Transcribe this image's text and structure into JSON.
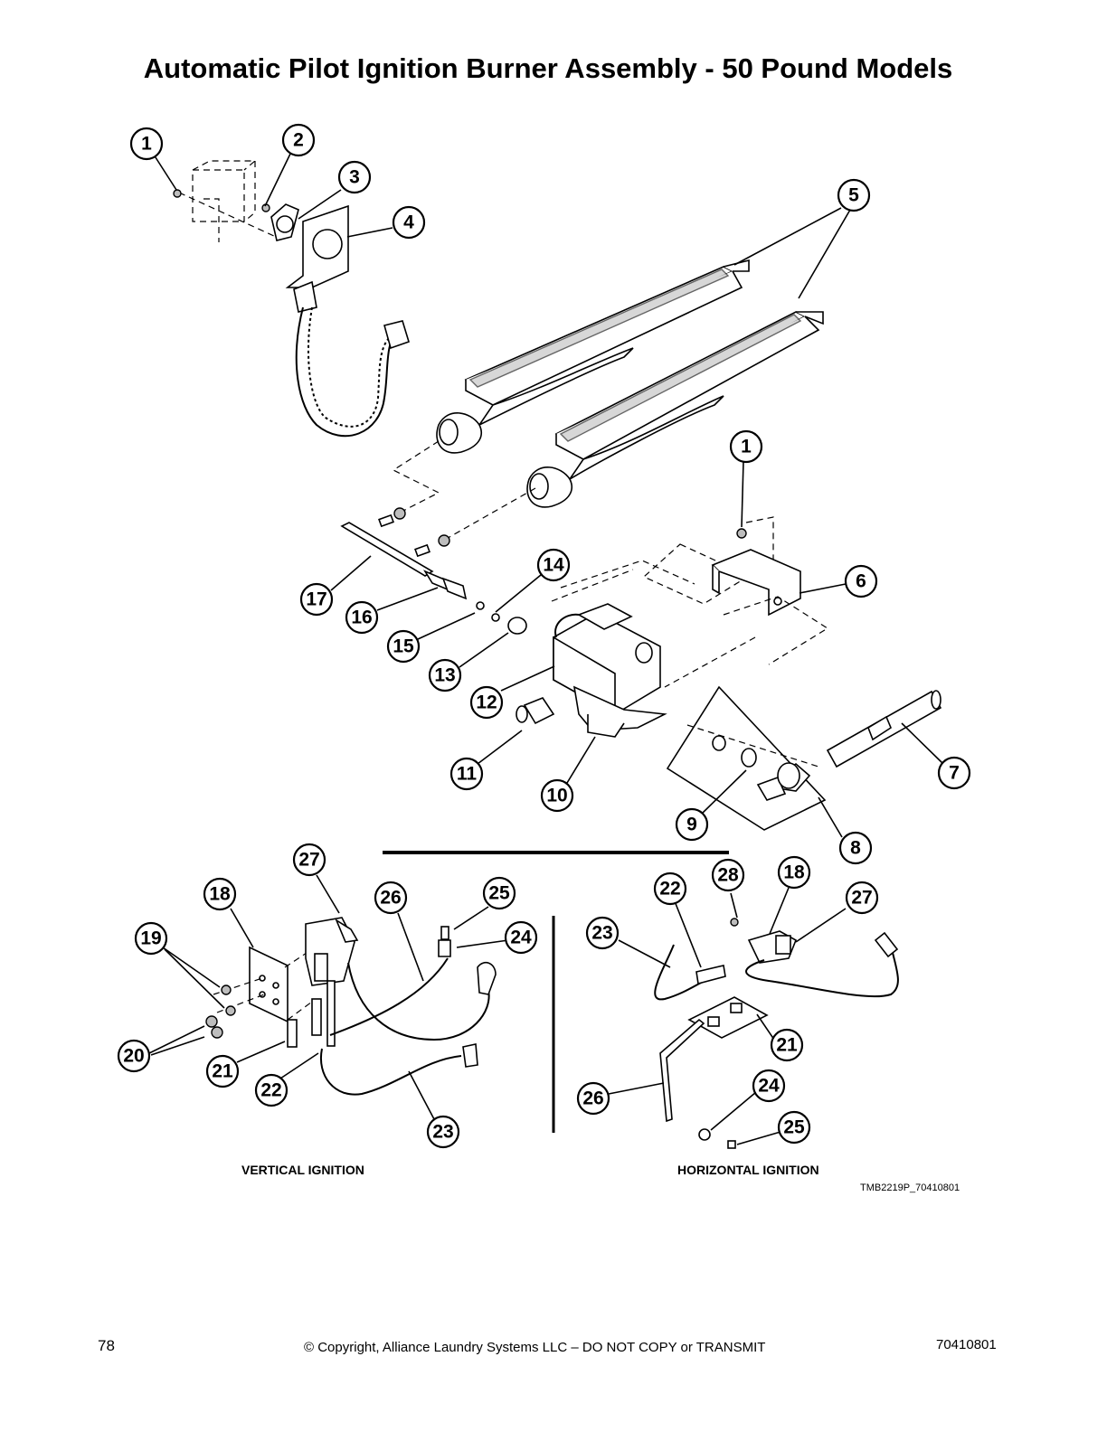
{
  "title": "Automatic Pilot Ignition Burner Assembly - 50 Pound Models",
  "callouts": [
    "1",
    "2",
    "3",
    "4",
    "5",
    "1",
    "6",
    "14",
    "17",
    "16",
    "15",
    "13",
    "12",
    "11",
    "10",
    "7",
    "9",
    "8",
    "27",
    "18",
    "26",
    "25",
    "24",
    "19",
    "20",
    "21",
    "22",
    "23",
    "28",
    "18",
    "27",
    "22",
    "23",
    "21",
    "26",
    "24",
    "25"
  ],
  "captions": {
    "vertical": "VERTICAL IGNITION",
    "horizontal": "HORIZONTAL IGNITION"
  },
  "drawing_ref": "TMB2219P_70410801",
  "footer": {
    "page_number": "78",
    "copyright": "© Copyright, Alliance Laundry Systems LLC – DO NOT COPY or TRANSMIT",
    "doc_number": "70410801"
  }
}
